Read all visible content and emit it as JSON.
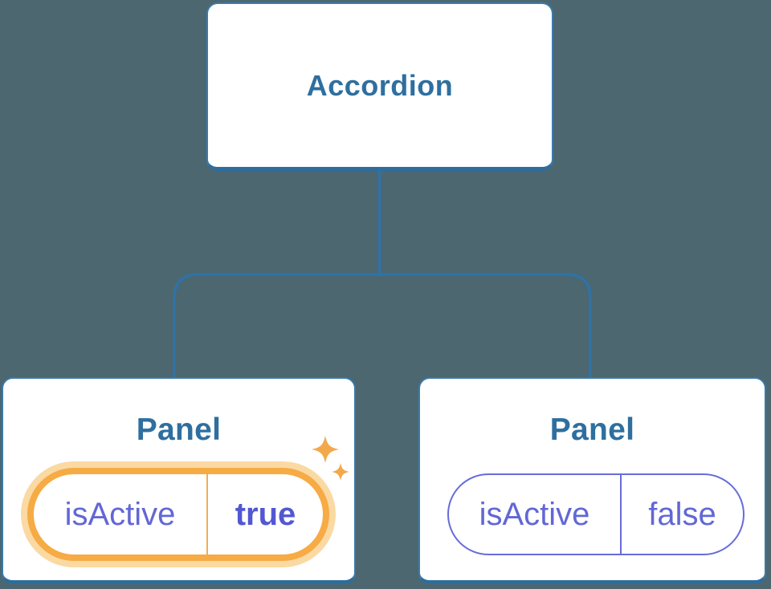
{
  "diagram": {
    "description": "React component tree showing an Accordion parent passing isActive state to two Panel children",
    "root_label": "Accordion",
    "panels": [
      {
        "title": "Panel",
        "prop_name": "isActive",
        "prop_value": "true",
        "highlighted": true,
        "has_sparkles": true
      },
      {
        "title": "Panel",
        "prop_name": "isActive",
        "prop_value": "false",
        "highlighted": false,
        "has_sparkles": false
      }
    ],
    "colors": {
      "background": "#4c6770",
      "node_fill": "#ffffff",
      "node_border": "#3a7aab",
      "node_border_bottom": "#2d6d9e",
      "connector": "#2e73a6",
      "title_text": "#2e6f9f",
      "prop_text": "#6267d5",
      "prop_value_active_text": "#5257d2",
      "inactive_pill_border": "#676cda",
      "active_pill_ring": "#f6ab45",
      "active_pill_halo": "#fbd9a3",
      "sparkle": "#f2a94b"
    }
  }
}
